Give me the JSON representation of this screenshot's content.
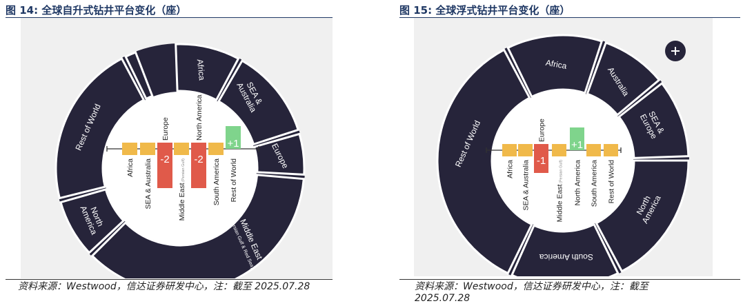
{
  "figures": [
    {
      "title": "图 14:  全球自升式钻井平台变化（座）",
      "source": "资料来源：Westwood，信达证券研发中心，注：截至 2025.07.28",
      "ring_labels": [
        {
          "text": "Africa"
        },
        {
          "text": "SEA &",
          "text2": "Australia"
        },
        {
          "text": "Europe"
        },
        {
          "text": "Middle East",
          "sub": "(Persian Gulf & Red Sea)"
        },
        {
          "text": "North",
          "text2": "America"
        },
        {
          "text": "Rest of World"
        }
      ]
    },
    {
      "title": "图 15:  全球浮式钻井平台变化（座）",
      "source": "资料来源：Westwood，信达证券研发中心，注：截至",
      "source2": "2025.07.28",
      "ring_labels": [
        {
          "text": "Africa"
        },
        {
          "text": "Australia"
        },
        {
          "text": "SEA &",
          "text2": "Europe"
        },
        {
          "text": "North",
          "text2": "America"
        },
        {
          "text": "South America"
        },
        {
          "text": "Rest of World"
        }
      ],
      "plus_icon": "plus-icon"
    }
  ],
  "colors": {
    "ring": "#26243a",
    "zero": "#f0b94a",
    "negative": "#e05a4a",
    "positive": "#7fd48c"
  },
  "chart_data": [
    {
      "type": "bar",
      "categories": [
        "Africa",
        "SEA & Australia",
        "Europe",
        "Middle East",
        "North America",
        "South America",
        "Rest of World"
      ],
      "category_subs": [
        "",
        "",
        "",
        "(Persian Gulf)",
        "",
        "",
        ""
      ],
      "values": [
        0,
        0,
        -2,
        0,
        -2,
        0,
        1
      ],
      "value_labels": [
        "",
        "",
        "-2",
        "",
        "-2",
        "",
        "+1"
      ]
    },
    {
      "type": "bar",
      "categories": [
        "Africa",
        "SEA & Australia",
        "Europe",
        "Middle East",
        "North America",
        "South America",
        "Rest of World"
      ],
      "category_subs": [
        "",
        "",
        "",
        "(Persian Gulf)",
        "",
        "",
        ""
      ],
      "values": [
        0,
        0,
        -1,
        0,
        1,
        0,
        0
      ],
      "value_labels": [
        "",
        "",
        "-1",
        "",
        "+1",
        "",
        ""
      ]
    }
  ]
}
